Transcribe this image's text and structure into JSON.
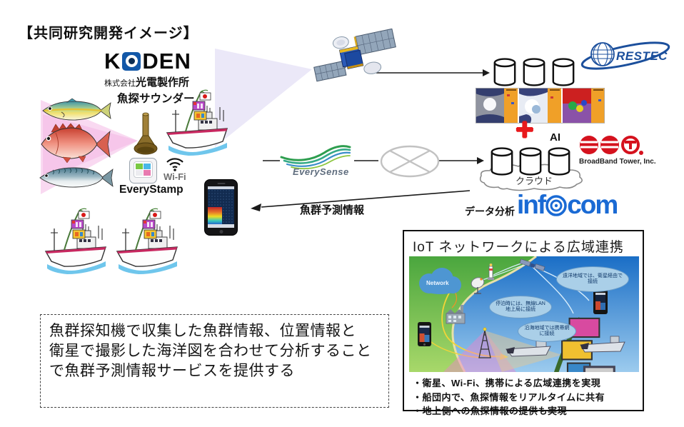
{
  "title": "【共同研究開発イメージ】",
  "koden": {
    "logo_k": "K",
    "logo_den": "DEN",
    "company_prefix": "株式会社",
    "company_name": "光電製作所",
    "product": "魚探サウンダー"
  },
  "ship_system": {
    "everystamp": "EveryStamp",
    "wifi": "Wi-Fi"
  },
  "everysense": {
    "name": "EverySense"
  },
  "restec": {
    "name": "RESTEC"
  },
  "bbt": {
    "name": "BroadBand Tower, Inc."
  },
  "infocom": {
    "part1": "inf",
    "part2": "com"
  },
  "labels": {
    "prediction": "魚群予測情報",
    "analysis": "データ分析",
    "cloud": "クラウド",
    "ai": "AI",
    "plus": "+"
  },
  "description_box": {
    "line1": "魚群探知機で収集した魚群情報、位置情報と",
    "line2": "衛星で撮影した海洋図を合わせて分析すること",
    "line3": "で魚群予測情報サービスを提供する"
  },
  "iot_box": {
    "title": "IoT ネットワークによる広域連携",
    "network": "Network",
    "bubbles": [
      "遠洋地域では、衛星経由で接続",
      "停泊時には、無線LAN地上局に接続",
      "沿海地域では携帯網に接続"
    ],
    "bullets": [
      "・衛星、Wi-Fi、携帯による広域連携を実現",
      "・船団内で、魚探情報をリアルタイムに共有",
      "・地上側への魚探情報の提供も実現"
    ]
  },
  "colors": {
    "koden_blue": "#1358a8",
    "restec_blue": "#1b4f9c",
    "bbt_red": "#d5121e",
    "infocom_blue": "#1a6ad4",
    "plus_red": "#e8191c"
  }
}
